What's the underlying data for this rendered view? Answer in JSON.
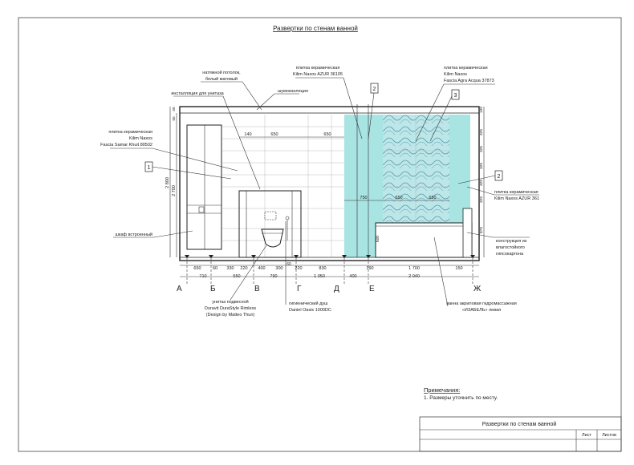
{
  "title": "Развертки по стенам ванной",
  "labels": {
    "ceiling": [
      "натяжной потолок,",
      "белый матовый"
    ],
    "soundproof": "шумоизоляция",
    "install": "инсталляция для унитаза",
    "tile_left": [
      "плитка керамическая",
      "Kilim Naxos",
      "Fascia Samar Khuit 80502"
    ],
    "tile_mid": [
      "плитка керамическая",
      "Kilim Naxos AZUR 36105"
    ],
    "tile_top_right": [
      "плитка керамическая",
      "Kilim Naxos",
      "Fascia Agra Acqua 37873"
    ],
    "tile_right": [
      "плитка керамическая",
      "Kilim Naxos AZUR 361"
    ],
    "cabinet": "шкаф встроенный",
    "construction": [
      "конструкция из",
      "влагостойкого",
      "гипсокартона"
    ],
    "toilet": [
      "унитаз подвесной",
      "Duravit DuraStyle Rimless",
      "(Design by Matteo Thun)"
    ],
    "shower": [
      "гигиенический душ",
      "Daniel Oasis 1000DC"
    ],
    "bath": [
      "ванна акриловая гидромассажная",
      "«ИЗАБЕЛЬ» левая"
    ]
  },
  "tags": [
    "1",
    "2",
    "3",
    "2"
  ],
  "dimensions": {
    "row1": [
      "650",
      "60",
      "330",
      "220",
      "400",
      "300",
      "60",
      "220",
      "830",
      "190",
      "1 700",
      "150"
    ],
    "row2": [
      "710",
      "550",
      "790",
      "1 050",
      "400",
      "2 040"
    ],
    "inner_top": [
      "140",
      "650",
      "650"
    ],
    "inner_mid": [
      "750",
      "650",
      "650"
    ],
    "left_v": [
      "2 800",
      "2 700"
    ],
    "top_small": [
      "50",
      "50"
    ],
    "right_v": [
      "100",
      "325",
      "325",
      "325",
      "325",
      "325",
      "875"
    ],
    "bath_h": "600"
  },
  "axes": [
    "А",
    "Б",
    "В",
    "Г",
    "Д",
    "Е",
    "Ж"
  ],
  "notes": {
    "heading": "Примечания:",
    "items": [
      "1. Размеры уточнить по месту."
    ]
  },
  "titleblock": {
    "name": "Развертки по стенам ванной",
    "sheet": "Лист",
    "sheets": "Листов"
  },
  "colors": {
    "tile_azur": "#a8e4e2",
    "tile_pattern": "#bde6e8",
    "pattern_stroke": "#4d9aa8",
    "line": "#222222"
  }
}
